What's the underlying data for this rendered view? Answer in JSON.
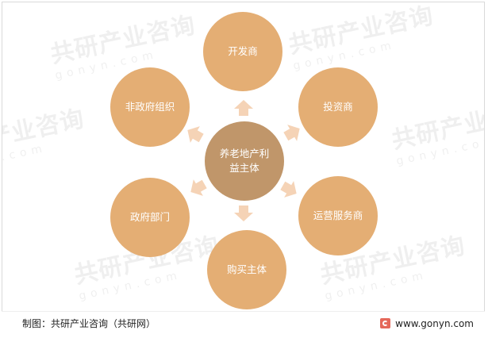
{
  "diagram": {
    "center_label": "养老地产利益主体",
    "nodes": {
      "top": "开发商",
      "upper_right": "投资商",
      "lower_right": "运营服务商",
      "bottom": "购买主体",
      "lower_left": "政府部门",
      "upper_left": "非政府组织"
    }
  },
  "footer": {
    "source": "制图：共研产业咨询（共研网）",
    "website": "www.gonyn.com"
  },
  "watermark": {
    "brand": "共研产业咨询",
    "domain": "gonyn.com"
  },
  "colors": {
    "outer_node": "#e4ae74",
    "center_node": "#c0966a",
    "arrow": "#f5d3b6",
    "logo": "#e5685a"
  }
}
